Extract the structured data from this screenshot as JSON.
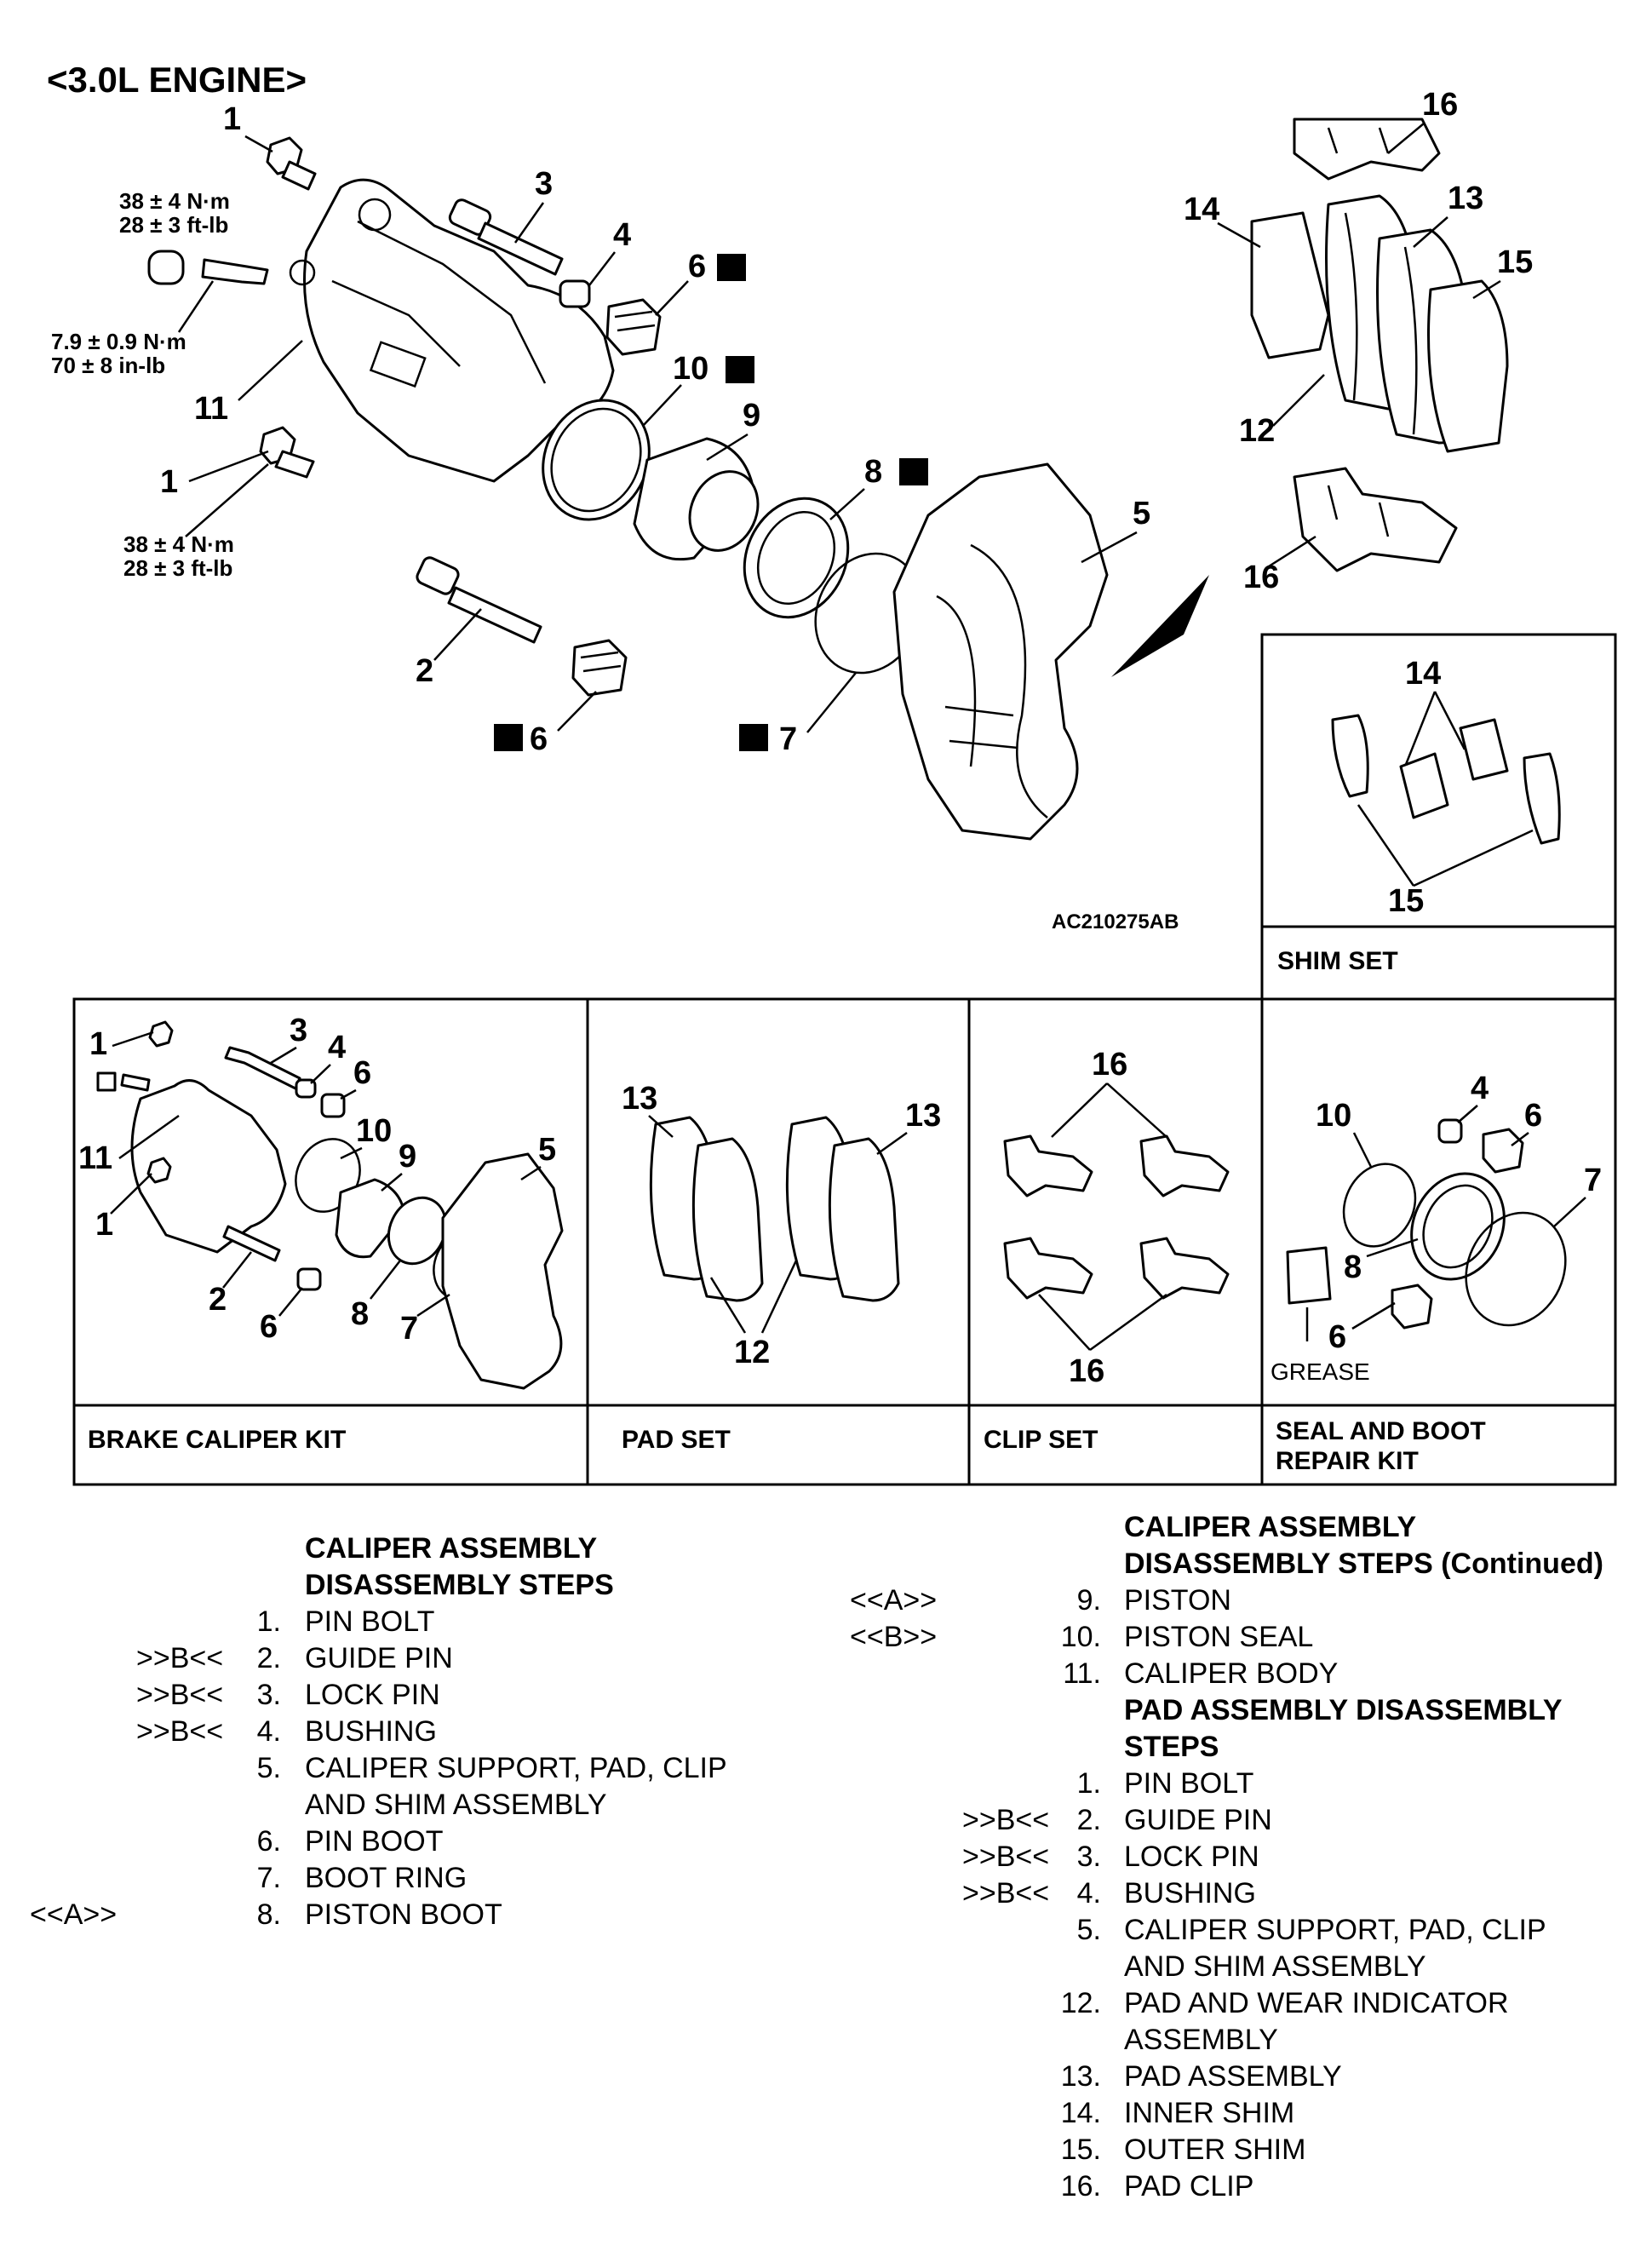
{
  "title": "<3.0L ENGINE>",
  "image_code": "AC210275AB",
  "new_part_mark": "N",
  "torques": {
    "upper_bolt": [
      "38 ± 4 N·m",
      "28 ± 3 ft-lb"
    ],
    "bleeder": [
      "7.9 ± 0.9 N·m",
      "70 ± 8 in-lb"
    ],
    "lower_bolt": [
      "38 ± 4 N·m",
      "28 ± 3 ft-lb"
    ]
  },
  "callouts": {
    "n1": "1",
    "n2": "2",
    "n3": "3",
    "n4": "4",
    "n5": "5",
    "n6": "6",
    "n7": "7",
    "n8": "8",
    "n9": "9",
    "n10": "10",
    "n11": "11",
    "n12": "12",
    "n13": "13",
    "n14": "14",
    "n15": "15",
    "n16": "16"
  },
  "kits": {
    "shim_set": "SHIM SET",
    "brake_caliper_kit": "BRAKE CALIPER KIT",
    "pad_set": "PAD SET",
    "clip_set": "CLIP SET",
    "seal_boot_line1": "SEAL AND BOOT",
    "seal_boot_line2": "REPAIR KIT",
    "grease": "GREASE"
  },
  "left_steps": {
    "heading": [
      "CALIPER ASSEMBLY",
      "DISASSEMBLY STEPS"
    ],
    "rows": [
      {
        "ref": "",
        "no": "1.",
        "text": "PIN BOLT"
      },
      {
        "ref": ">>B<<",
        "no": "2.",
        "text": "GUIDE PIN"
      },
      {
        "ref": ">>B<<",
        "no": "3.",
        "text": "LOCK PIN"
      },
      {
        "ref": ">>B<<",
        "no": "4.",
        "text": "BUSHING"
      },
      {
        "ref": "",
        "no": "5.",
        "text": "CALIPER SUPPORT, PAD, CLIP"
      },
      {
        "ref": "",
        "no": "",
        "text": "AND SHIM ASSEMBLY"
      },
      {
        "ref": "",
        "no": "6.",
        "text": "PIN BOOT"
      },
      {
        "ref": "",
        "no": "7.",
        "text": "BOOT RING"
      },
      {
        "ref": "<<A>>",
        "no": "8.",
        "text": "PISTON BOOT"
      }
    ]
  },
  "right_steps": {
    "heading": [
      "CALIPER ASSEMBLY",
      "DISASSEMBLY STEPS (Continued)"
    ],
    "rows": [
      {
        "ref": "<<A>>",
        "no": "9.",
        "text": "PISTON",
        "bold": false
      },
      {
        "ref": "<<B>>",
        "no": "10.",
        "text": "PISTON SEAL",
        "bold": false
      },
      {
        "ref": "",
        "no": "11.",
        "text": "CALIPER BODY",
        "bold": false
      },
      {
        "ref": "",
        "no": "",
        "text": "PAD ASSEMBLY DISASSEMBLY",
        "bold": true
      },
      {
        "ref": "",
        "no": "",
        "text": "STEPS",
        "bold": true
      },
      {
        "ref": "",
        "no": "1.",
        "text": "PIN BOLT",
        "bold": false
      },
      {
        "ref": ">>B<<",
        "no": "2.",
        "text": "GUIDE PIN",
        "bold": false
      },
      {
        "ref": ">>B<<",
        "no": "3.",
        "text": "LOCK PIN",
        "bold": false
      },
      {
        "ref": ">>B<<",
        "no": "4.",
        "text": "BUSHING",
        "bold": false
      },
      {
        "ref": "",
        "no": "5.",
        "text": "CALIPER SUPPORT, PAD, CLIP",
        "bold": false
      },
      {
        "ref": "",
        "no": "",
        "text": "AND SHIM ASSEMBLY",
        "bold": false
      },
      {
        "ref": "",
        "no": "12.",
        "text": "PAD AND WEAR INDICATOR",
        "bold": false
      },
      {
        "ref": "",
        "no": "",
        "text": "ASSEMBLY",
        "bold": false
      },
      {
        "ref": "",
        "no": "13.",
        "text": "PAD ASSEMBLY",
        "bold": false
      },
      {
        "ref": "",
        "no": "14.",
        "text": "INNER SHIM",
        "bold": false
      },
      {
        "ref": "",
        "no": "15.",
        "text": "OUTER SHIM",
        "bold": false
      },
      {
        "ref": "",
        "no": "16.",
        "text": "PAD CLIP",
        "bold": false
      }
    ]
  }
}
